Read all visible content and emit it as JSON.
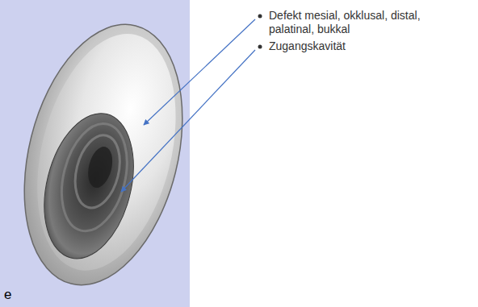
{
  "diagram": {
    "labels": [
      "Defekt mesial, okklusal, distal, palatinal, bukkal",
      "Zugangskavität",
      "e"
    ]
  }
}
